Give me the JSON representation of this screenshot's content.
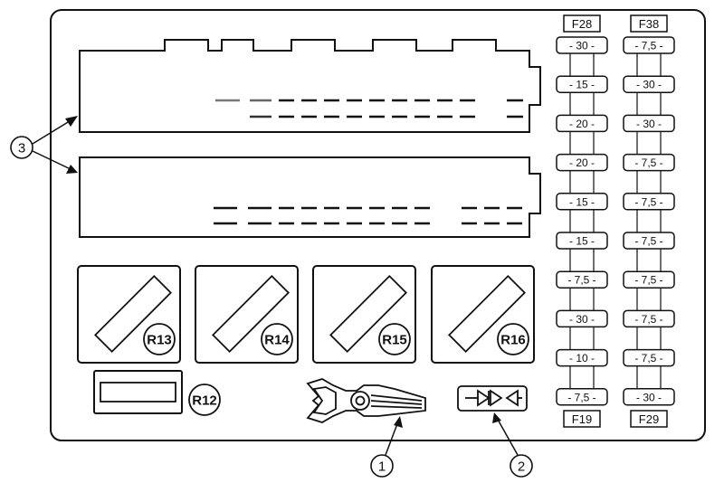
{
  "callouts": {
    "one": "1",
    "two": "2",
    "three": "3"
  },
  "fuse_columns": [
    {
      "top_label": "F28",
      "bottom_label": "F19",
      "fuses": [
        "- 30 -",
        "- 15 -",
        "- 20 -",
        "- 20 -",
        "- 15 -",
        "- 15 -",
        "- 7,5 -",
        "- 30 -",
        "- 10 -",
        "- 7,5 -"
      ]
    },
    {
      "top_label": "F38",
      "bottom_label": "F29",
      "fuses": [
        "- 7,5 -",
        "- 30 -",
        "- 30 -",
        "- 7,5 -",
        "- 7,5 -",
        "- 7,5 -",
        "- 7,5 -",
        "- 7,5 -",
        "- 7,5 -",
        "- 30 -"
      ]
    }
  ],
  "relays": [
    "R13",
    "R14",
    "R15",
    "R16"
  ],
  "relay_r12": "R12"
}
